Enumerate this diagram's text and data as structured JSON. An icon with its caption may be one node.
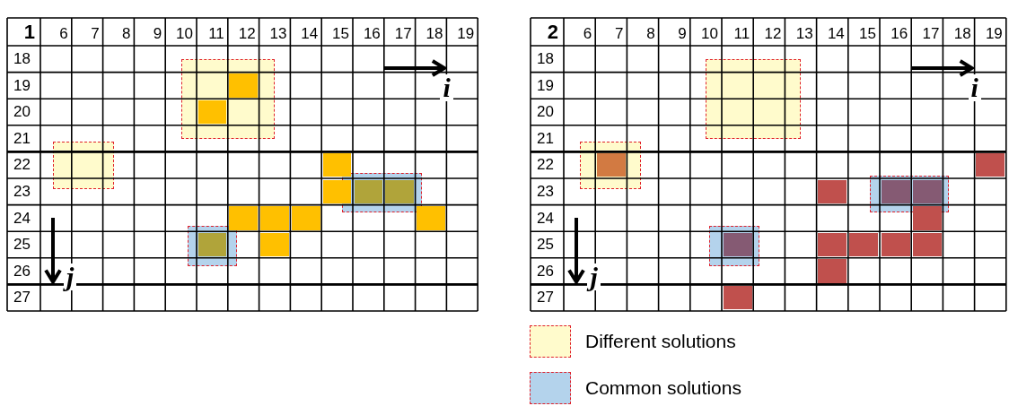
{
  "diagram": {
    "labels": [
      "1",
      "6",
      "7",
      "8",
      "9",
      "10",
      "11",
      "12",
      "13",
      "14",
      "15",
      "16",
      "17",
      "18",
      "19",
      "18",
      "19",
      "20",
      "21",
      "22",
      "23",
      "24",
      "25",
      "26",
      "27",
      "i",
      "j",
      "2",
      "6",
      "7",
      "8",
      "9",
      "10",
      "11",
      "12",
      "13",
      "14",
      "15",
      "16",
      "17",
      "18",
      "19",
      "18",
      "19",
      "20",
      "21",
      "22",
      "23",
      "24",
      "25",
      "26",
      "27",
      "i",
      "j"
    ],
    "legend": [
      {
        "text": "Different solutions",
        "color": "#fffbcc"
      },
      {
        "text": "Common solutions",
        "color": "#b4d3ec"
      }
    ]
  }
}
